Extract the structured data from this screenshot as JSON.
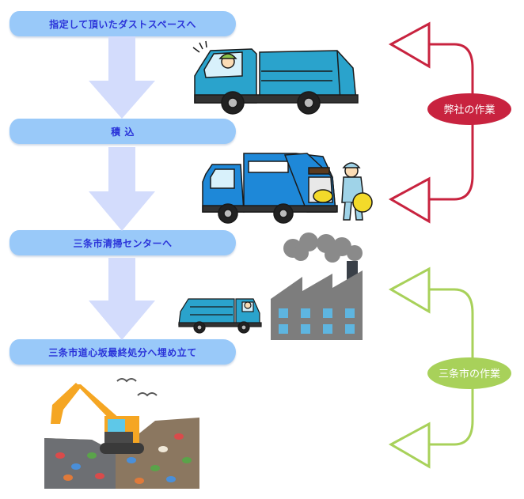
{
  "flow": {
    "steps": [
      {
        "label": "指定して頂いたダストスペースへ"
      },
      {
        "label": "積 込"
      },
      {
        "label": "三条市清掃センターへ"
      },
      {
        "label": "三条市道心坂最終処分へ埋め立て"
      }
    ]
  },
  "groups": {
    "company": {
      "label": "弊社の作業",
      "color": "#c8233f"
    },
    "city": {
      "label": "三条市の作業",
      "color": "#a8d15a"
    }
  },
  "colors": {
    "step_fill": "#99c9f9",
    "step_text": "#2a33d9",
    "arrow_fill": "#d3dcfc",
    "truck_teal": "#2aa3cc",
    "truck_blue": "#1e88d8",
    "factory_gray": "#7d7d7d",
    "excavator_orange": "#f5a623"
  },
  "illustrations": {
    "truck_1": "garbage-truck-driver-waving",
    "truck_2": "garbage-truck-loading-worker",
    "truck_3": "small-garbage-truck",
    "factory": "cleaning-center-factory",
    "landfill": "landfill-excavator"
  }
}
